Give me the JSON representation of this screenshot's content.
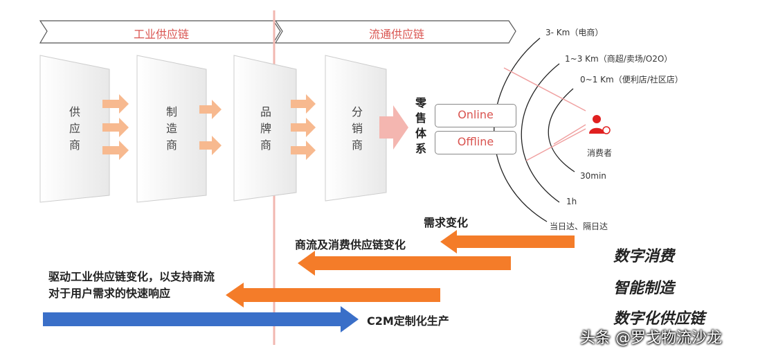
{
  "header": {
    "industrial_label": "工业供应链",
    "circulation_label": "流通供应链"
  },
  "panels": [
    {
      "label": "供应商"
    },
    {
      "label": "制造商"
    },
    {
      "label": "品牌商"
    },
    {
      "label": "分销商"
    }
  ],
  "retail": {
    "title": "零售体系",
    "online": "Online",
    "offline": "Offline"
  },
  "delivery_ranges": {
    "r1": "3- Km（电商）",
    "r2": "1~3 Km（商超/卖场/O2O）",
    "r3": "0~1 Km（便利店/社区店）",
    "t1": "30min",
    "t2": "1h",
    "t3": "当日达、隔日达"
  },
  "consumer_label": "消费者",
  "arrows": {
    "a1": "需求变化",
    "a2": "商流及消费供应链变化",
    "a3_line1": "驱动工业供应链变化，以支持商流",
    "a3_line2": "对于用户需求的快速响应",
    "a4": "C2M定制化生产"
  },
  "keywords": {
    "k1": "数字消费",
    "k2": "智能制造",
    "k3": "数字化供应链"
  },
  "watermark": "头条 @罗戈物流沙龙",
  "colors": {
    "orange": "#f47c29",
    "blue": "#3a6fc8",
    "accent": "#d9534f",
    "light_arrow": "#f7b98f"
  }
}
